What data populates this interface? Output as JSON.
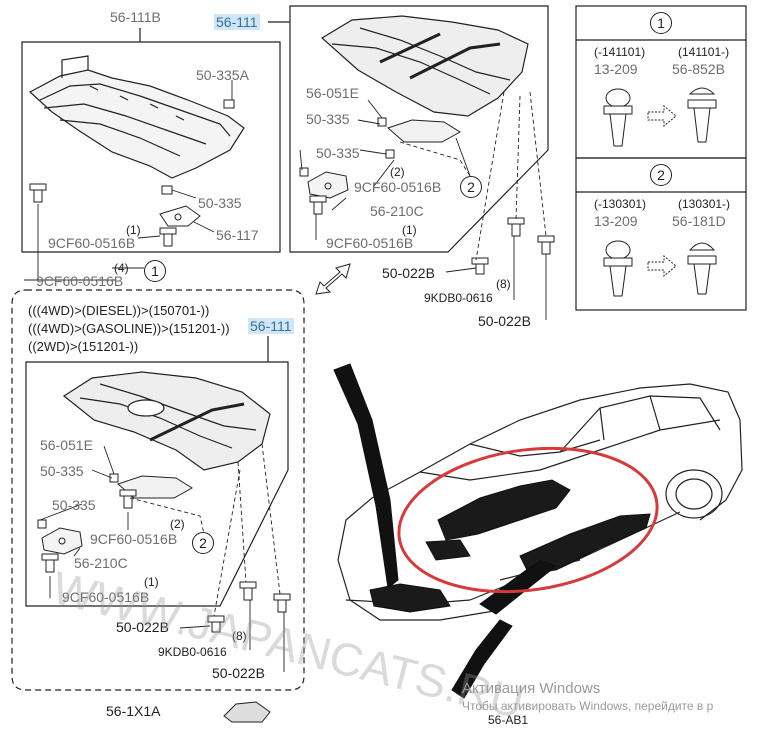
{
  "top_left_group": {
    "ref": "56-111B",
    "labels": [
      "50-335A",
      "50-335",
      "56-117",
      "9CF60-0516B",
      "9CF60-0516B"
    ],
    "qty_1": "(1)",
    "qty_4": "(4)",
    "circle": "1"
  },
  "top_right_group": {
    "ref": "56-111",
    "labels": [
      "56-051E",
      "50-335",
      "50-335",
      "9CF60-0516B",
      "56-210C",
      "9CF60-0516B",
      "50-022B",
      "9KDB0-0616",
      "50-022B"
    ],
    "qty_2": "(2)",
    "qty_1": "(1)",
    "qty_8": "(8)",
    "circle": "2"
  },
  "lower_group": {
    "conditions": [
      "(((4WD)>(DIESEL))>(150701-))",
      "(((4WD)>(GASOLINE))>(151201-))",
      "((2WD)>(151201-))"
    ],
    "ref": "56-111",
    "labels": [
      "56-051E",
      "50-335",
      "50-335",
      "9CF60-0516B",
      "56-210C",
      "9CF60-0516B",
      "50-022B",
      "9KDB0-0616",
      "50-022B"
    ],
    "qty_2": "(2)",
    "qty_1": "(1)",
    "qty_8": "(8)",
    "circle": "2"
  },
  "detail_1": {
    "circle": "1",
    "left_range": "(-141101)",
    "right_range": "(141101-)",
    "left_part": "13-209",
    "right_part": "56-852B"
  },
  "detail_2": {
    "circle": "2",
    "left_range": "(-130301)",
    "right_range": "(130301-)",
    "left_part": "13-209",
    "right_part": "56-181D"
  },
  "bottom_ref": "56-1X1A",
  "bottom_cut": "56-AB1",
  "watermark": "WWW.JAPANCATS.RU",
  "activation": {
    "title": "Активация Windows",
    "text": "Чтобы активировать Windows, перейдите в р"
  },
  "colors": {
    "line": "#222222",
    "label_grey": "#6e6e6e",
    "highlight_bg": "#cfe6f6",
    "highlight_fg": "#3a6f95",
    "ellipse_red": "#d63a3a"
  }
}
